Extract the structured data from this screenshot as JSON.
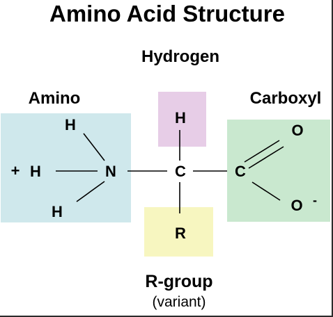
{
  "title": "Amino Acid Structure",
  "labels": {
    "hydrogen": "Hydrogen",
    "amino": "Amino",
    "carboxyl": "Carboxyl",
    "rgroup": "R-group",
    "variant": "(variant)"
  },
  "atoms": {
    "h_top": "H",
    "h_amino_top": "H",
    "h_amino_left": "H",
    "plus": "+",
    "h_amino_bottom": "H",
    "nitrogen": "N",
    "alpha_carbon": "C",
    "carboxyl_carbon": "C",
    "oxygen_top": "O",
    "oxygen_bottom": "O",
    "minus": "-",
    "r": "R"
  },
  "colors": {
    "amino_box": "#cfe8ec",
    "hydrogen_box": "#e7cde7",
    "carboxyl_box": "#c9e8cf",
    "rgroup_box": "#f7f6c0"
  }
}
